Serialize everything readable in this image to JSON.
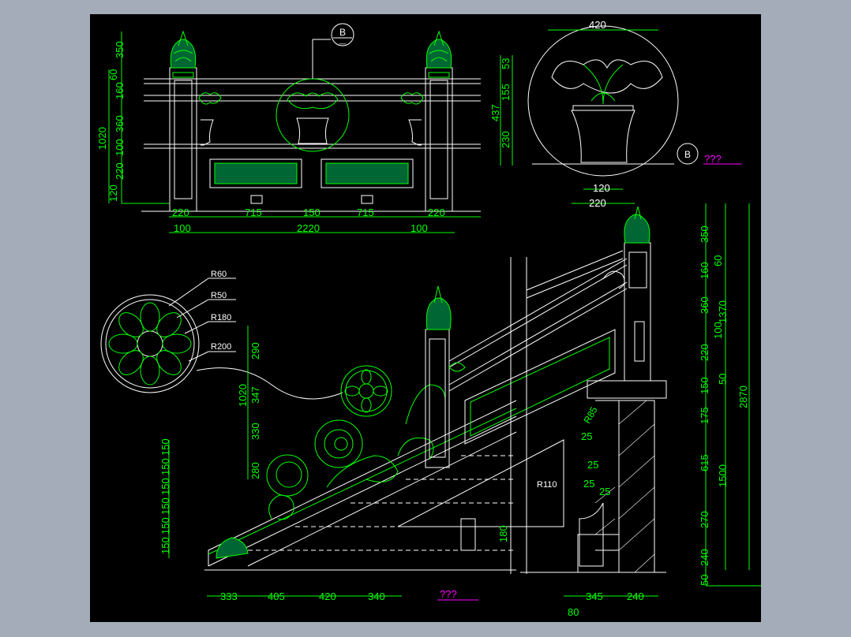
{
  "colors": {
    "background": "#a3acb8",
    "canvas": "#000000",
    "line_white": "#ffffff",
    "line_green": "#00ff00",
    "dimension": "#00ff00",
    "accent_magenta": "#ff00ff"
  },
  "elevation": {
    "height_dims": [
      "350",
      "60",
      "160",
      "360",
      "100",
      "220",
      "120"
    ],
    "overall_height": "1020",
    "right_dims": [
      "53",
      "155",
      "437",
      "230"
    ],
    "bottom_dims": [
      "220",
      "715",
      "150",
      "715",
      "220"
    ],
    "bottom_totals": [
      "100",
      "2220",
      "100"
    ],
    "callout": "B",
    "callout_sub": "—"
  },
  "detail_b": {
    "width_top": "420",
    "width_bottom_inner": "120",
    "width_bottom_outer": "220",
    "label": "B",
    "caption": "???"
  },
  "rosette": {
    "radii": [
      "R60",
      "R50",
      "R180",
      "R200"
    ]
  },
  "side": {
    "left_dims": [
      "290",
      "347",
      "1020",
      "330",
      "280"
    ],
    "step_dims": [
      "150",
      "150",
      "150",
      "150",
      "150",
      "150"
    ],
    "bottom_dims": [
      "333",
      "405",
      "420",
      "340"
    ],
    "caption": "???",
    "small_dim": "180",
    "r_labels": [
      "R85",
      "R110"
    ],
    "gap_dims": [
      "25",
      "25",
      "25",
      "25"
    ]
  },
  "section": {
    "right_dims": [
      "350",
      "60",
      "160",
      "360",
      "100",
      "220",
      "150",
      "175",
      "615",
      "270",
      "240",
      "50"
    ],
    "mid_dims": [
      "1370",
      "50",
      "1500"
    ],
    "overall": "2870",
    "bottom_dims": [
      "345",
      "240"
    ],
    "bottom_small": "80"
  }
}
